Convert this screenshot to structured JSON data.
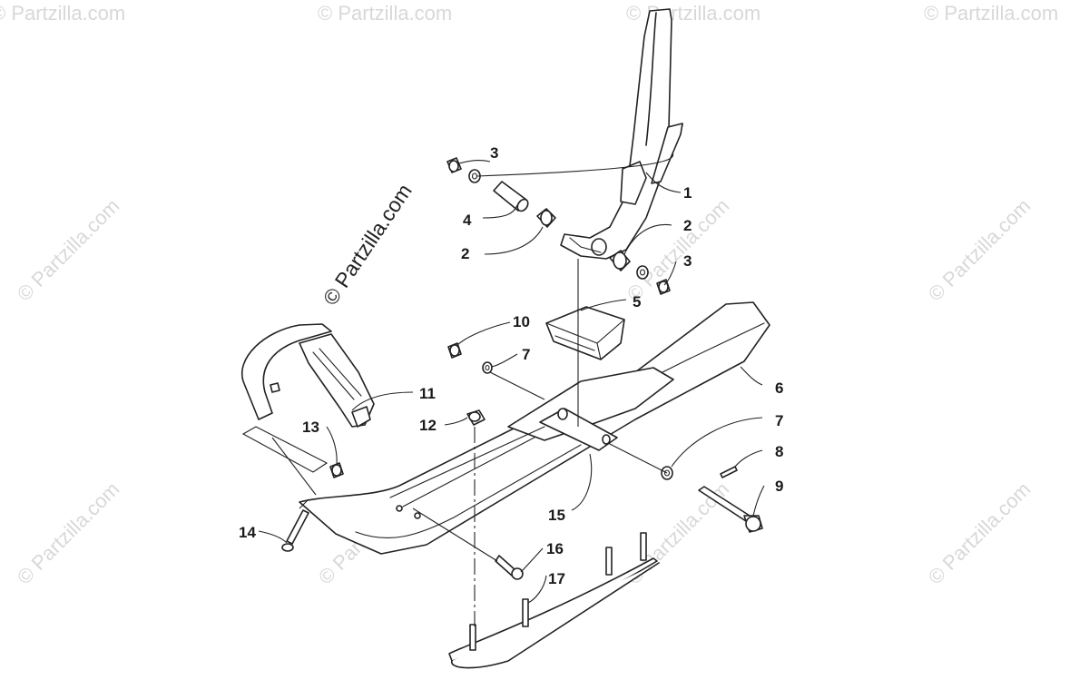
{
  "watermark": {
    "text": "© Partzilla.com",
    "main_text": "© Partzilla.com",
    "color": "#d8d8d8"
  },
  "callouts": [
    {
      "id": "c1",
      "label": "1"
    },
    {
      "id": "c2a",
      "label": "2"
    },
    {
      "id": "c2b",
      "label": "2"
    },
    {
      "id": "c3a",
      "label": "3"
    },
    {
      "id": "c3b",
      "label": "3"
    },
    {
      "id": "c4",
      "label": "4"
    },
    {
      "id": "c5",
      "label": "5"
    },
    {
      "id": "c6",
      "label": "6"
    },
    {
      "id": "c7a",
      "label": "7"
    },
    {
      "id": "c7b",
      "label": "7"
    },
    {
      "id": "c8",
      "label": "8"
    },
    {
      "id": "c9",
      "label": "9"
    },
    {
      "id": "c10",
      "label": "10"
    },
    {
      "id": "c11",
      "label": "11"
    },
    {
      "id": "c12",
      "label": "12"
    },
    {
      "id": "c13",
      "label": "13"
    },
    {
      "id": "c14",
      "label": "14"
    },
    {
      "id": "c15",
      "label": "15"
    },
    {
      "id": "c16",
      "label": "16"
    },
    {
      "id": "c17",
      "label": "17"
    }
  ]
}
